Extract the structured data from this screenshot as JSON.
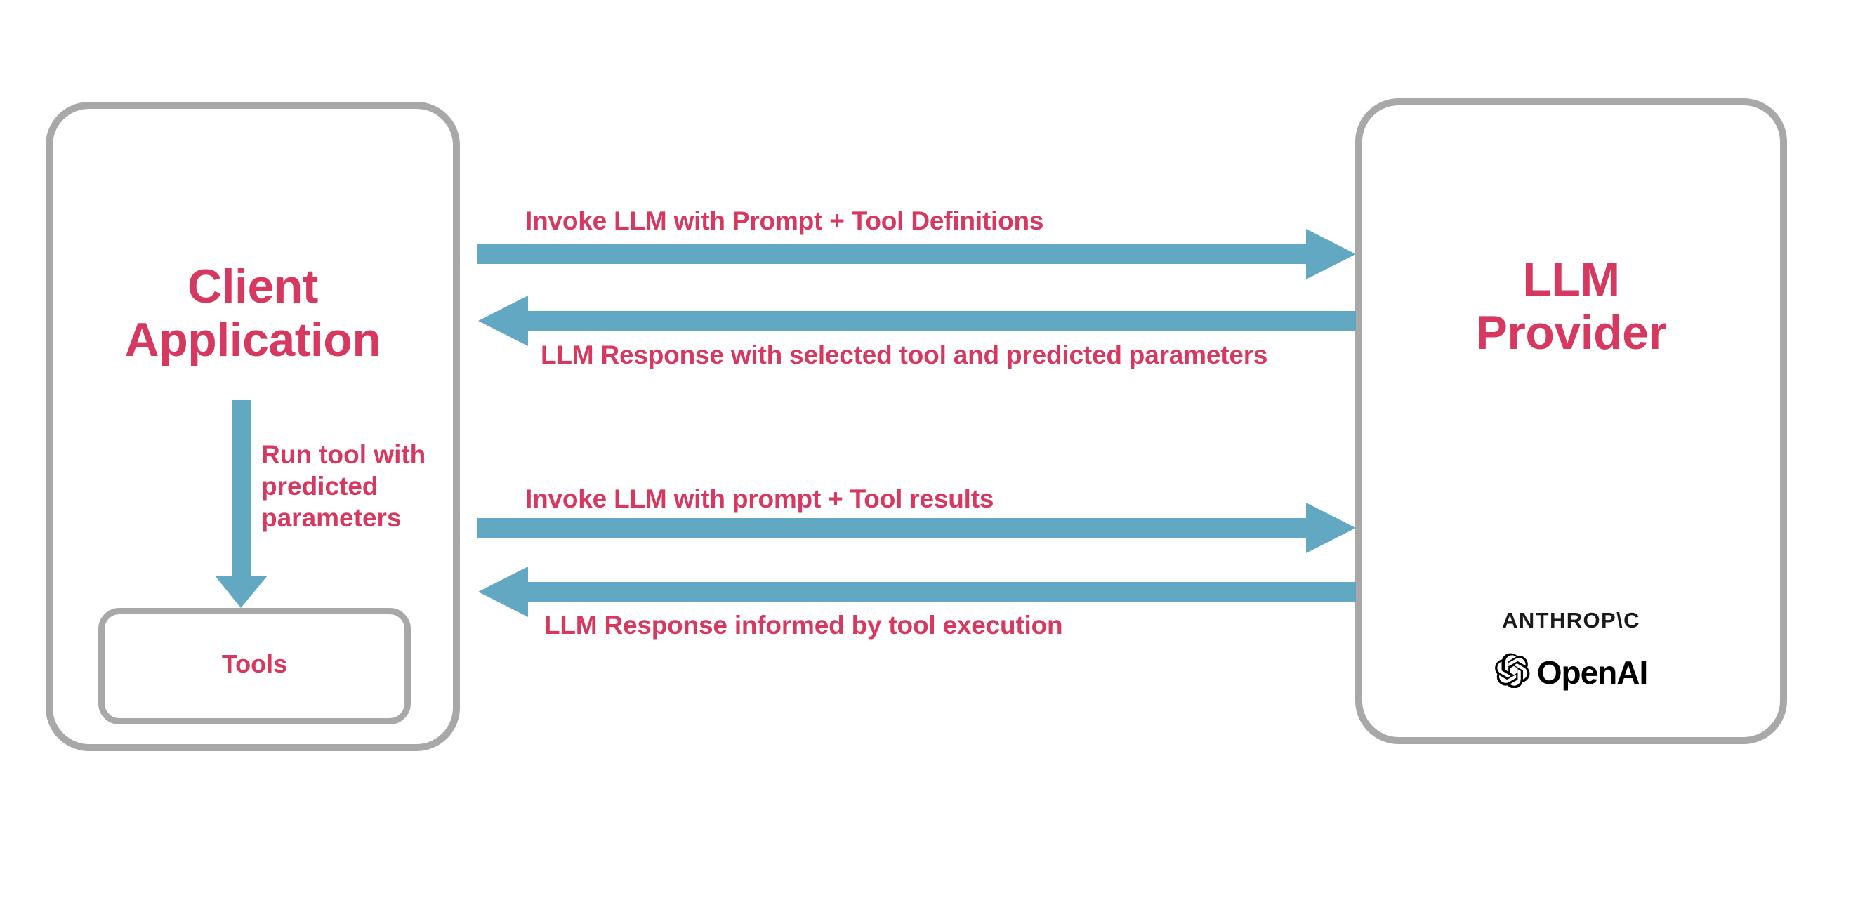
{
  "diagram": {
    "title": "LLM tool-calling sequence between client application and LLM provider",
    "colors": {
      "accent_text": "#d6385f",
      "arrow_blue": "#62a8c3",
      "box_border_gray": "#a8a8a8",
      "logo_black": "#000000",
      "background": "#ffffff"
    }
  },
  "client_node": {
    "title": "Client\nApplication",
    "inner_node": {
      "label": "Tools"
    },
    "internal_arrow": {
      "caption": "Run tool with\npredicted\nparameters",
      "direction": "down",
      "icon": "arrow-down-icon"
    }
  },
  "provider_node": {
    "title": "LLM\nProvider",
    "logos": [
      {
        "name": "anthropic-logo",
        "text": "ANTHROP\\C"
      },
      {
        "name": "openai-logo",
        "text": "OpenAI"
      }
    ]
  },
  "messages": [
    {
      "id": "invoke-1",
      "caption": "Invoke LLM with Prompt + Tool Definitions",
      "direction": "right",
      "icon": "arrow-right-icon"
    },
    {
      "id": "response-1",
      "caption": "LLM Response with selected tool and predicted parameters",
      "direction": "left",
      "icon": "arrow-left-icon"
    },
    {
      "id": "invoke-2",
      "caption": "Invoke LLM with prompt + Tool results",
      "direction": "right",
      "icon": "arrow-right-icon"
    },
    {
      "id": "response-2",
      "caption": "LLM Response informed by tool execution",
      "direction": "left",
      "icon": "arrow-left-icon"
    }
  ]
}
